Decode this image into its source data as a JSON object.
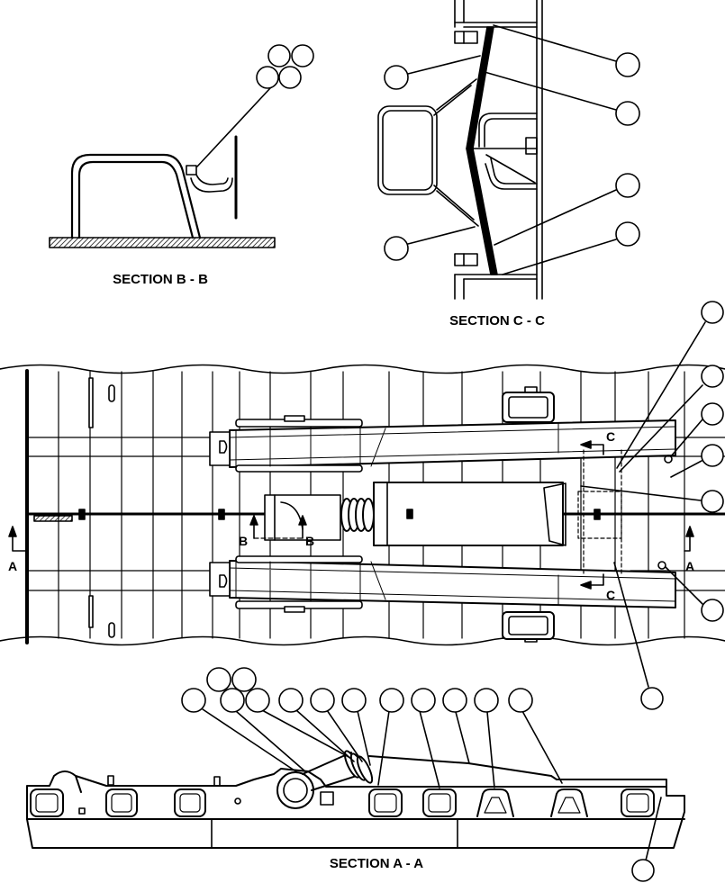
{
  "drawing": {
    "section_b_label": "SECTION B - B",
    "section_c_label": "SECTION C - C",
    "section_a_label": "SECTION A - A",
    "line_color": "#000000"
  },
  "cut_marks": {
    "a_left": "A",
    "a_right": "A",
    "b_left": "B",
    "b_right": "B",
    "c_upper": "C",
    "c_lower": "C"
  }
}
